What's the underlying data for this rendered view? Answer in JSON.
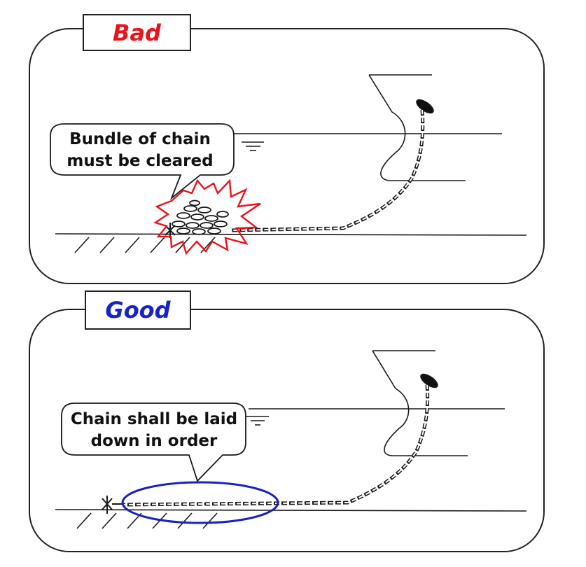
{
  "panels": {
    "bad": {
      "title": "Bad",
      "title_color": "#e8141c",
      "callout": "Bundle of chain must be cleared"
    },
    "good": {
      "title": "Good",
      "title_color": "#1722c9",
      "callout": "Chain shall be laid down in order"
    }
  },
  "colors": {
    "burst": "#e8141c",
    "highlight": "#1a21c0",
    "line": "#1a1a1a"
  }
}
